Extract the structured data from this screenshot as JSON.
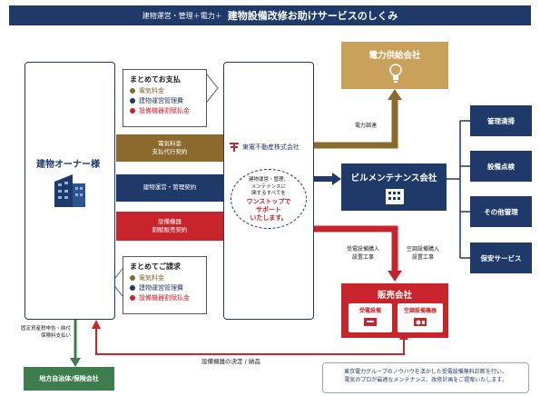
{
  "header": {
    "prefix": "建物運営・管理＋電力＋",
    "title": "建物設備改修お助けサービスのしくみ"
  },
  "owner": {
    "label": "建物オーナー様"
  },
  "payment_callout": {
    "heading": "まとめてお支払",
    "items": [
      {
        "text": "電気料金",
        "color": "#8c6a2e"
      },
      {
        "text": "建物運営管理費",
        "color": "#1f3a68"
      },
      {
        "text": "設備機器割賦払金",
        "color": "#c8242b"
      }
    ]
  },
  "billing_callout": {
    "heading": "まとめてご請求",
    "items": [
      {
        "text": "電気料金",
        "color": "#8c6a2e"
      },
      {
        "text": "建物運営管理費",
        "color": "#1f3a68"
      },
      {
        "text": "設備機器割賦払金",
        "color": "#c8242b"
      }
    ]
  },
  "contracts": [
    {
      "line1": "電気料金",
      "line2": "支払代行契約",
      "color": "#8c6a2e"
    },
    {
      "line1": "建物運営・管理契約",
      "line2": "",
      "color": "#1f3a68"
    },
    {
      "line1": "設備機器",
      "line2": "割賦販売契約",
      "color": "#c8242b"
    }
  ],
  "company": {
    "logo_text": "東電不動産株式会社",
    "desc_lines": [
      "建物運営・管理、",
      "メンテナンスに",
      "関するすべてを"
    ],
    "onestop_lines": [
      "ワンストップで",
      "サポート",
      "いたします。"
    ]
  },
  "power_supplier": {
    "title": "電力供給会社"
  },
  "power_label": "電力調達",
  "maintenance": {
    "title": "ビルメンテナンス会社"
  },
  "services": [
    "管理清掃",
    "設備点検",
    "その他管理",
    "保安サービス"
  ],
  "purchase_labels": [
    {
      "line1": "受電設備購入",
      "line2": "設置工事"
    },
    {
      "line1": "空調設備購入",
      "line2": "設置工事"
    }
  ],
  "sales": {
    "title": "販売会社",
    "items": [
      "受電設備",
      "空調設備機器"
    ]
  },
  "bottom_label": "設備機器の決定 / 納品",
  "tax_label": [
    "固定資産税申告・納付",
    "保険料支払い"
  ],
  "local_gov": {
    "title": "地方自治体/保険会社"
  },
  "note": [
    "東京電力グループのノウハウを活かした受電設備無料診断を行い、",
    "電気のプロが最適なメンテナンス、改修計画をご提案いたします。"
  ],
  "colors": {
    "navy": "#1f3a68",
    "brown": "#8c6a2e",
    "red": "#c8242b",
    "green": "#3d7d4e",
    "orange": "#c9a15a"
  }
}
